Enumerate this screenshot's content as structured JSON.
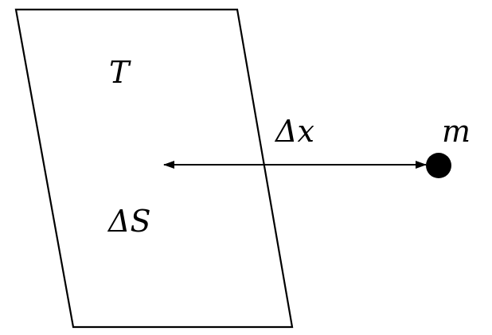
{
  "diagram": {
    "plate_label": "T",
    "area_label": "ΔS",
    "distance_label": "Δx",
    "mass_label": "m"
  },
  "colors": {
    "stroke": "#000000",
    "fill": "#000000",
    "background": "#ffffff"
  },
  "icons": {
    "plate": "parallelogram-plate",
    "arrow": "double-headed-arrow",
    "mass": "point-mass-dot"
  }
}
